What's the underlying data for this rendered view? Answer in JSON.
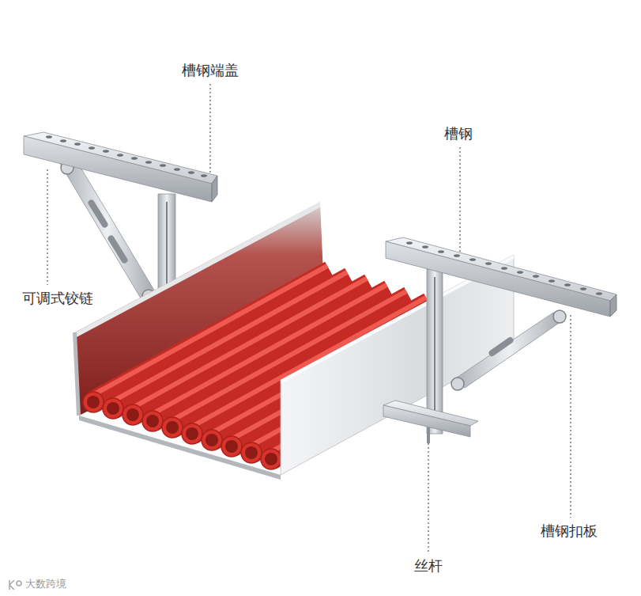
{
  "diagram": {
    "labels": [
      "槽钢端盖",
      "槽钢",
      "可调式铰链",
      "槽钢扣板",
      "丝杆",
      "大数跨境"
    ]
  }
}
